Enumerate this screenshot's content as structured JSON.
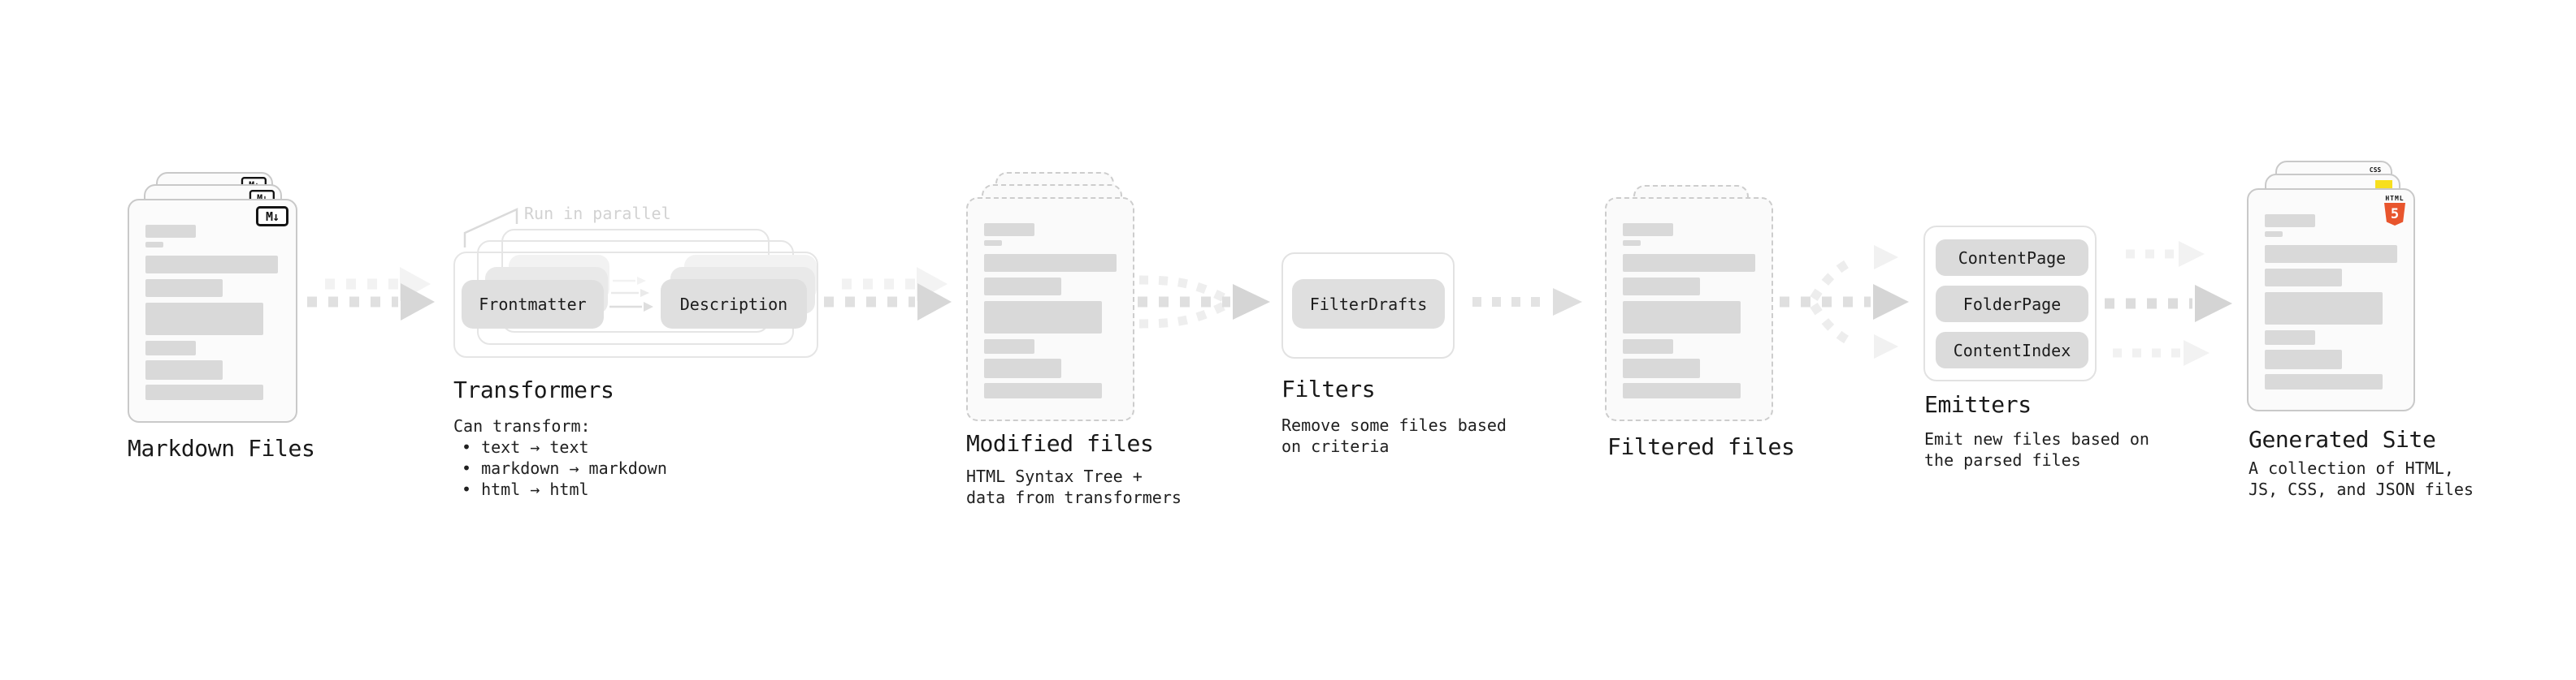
{
  "colors": {
    "js_yellow": "#f7df1e",
    "css_blue": "#2962ff",
    "html_orange": "#e8552d"
  },
  "stages": {
    "markdown": {
      "label": "Markdown Files",
      "badge": "M↓"
    },
    "transformers": {
      "label": "Transformers",
      "note": "Run in parallel",
      "pill_from": "Frontmatter",
      "pill_to": "Description",
      "desc_title": "Can transform:",
      "bullets": [
        "• text → text",
        "• markdown → markdown",
        "• html → html"
      ]
    },
    "modified": {
      "label": "Modified files",
      "desc": [
        "HTML Syntax Tree +",
        "data from transformers"
      ]
    },
    "filters": {
      "label": "Filters",
      "pill": "FilterDrafts",
      "desc": [
        "Remove some files based",
        "on criteria"
      ]
    },
    "filtered": {
      "label": "Filtered files"
    },
    "emitters": {
      "label": "Emitters",
      "pills": [
        "ContentPage",
        "FolderPage",
        "ContentIndex"
      ],
      "desc": [
        "Emit new files based on",
        "the parsed files"
      ]
    },
    "generated": {
      "label": "Generated Site",
      "desc": [
        "A collection of HTML,",
        "JS, CSS, and JSON files"
      ],
      "badge_css": "CSS",
      "badge_html_label": "HTML",
      "badge_html_number": "5"
    }
  }
}
